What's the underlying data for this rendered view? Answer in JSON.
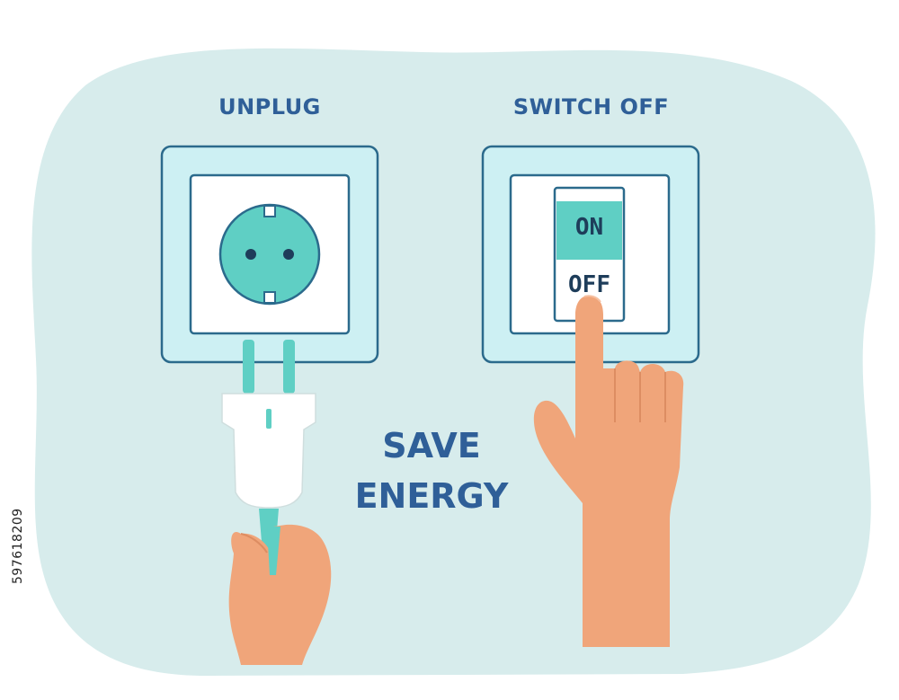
{
  "labels": {
    "unplug": "UNPLUG",
    "switch_off": "SWITCH OFF"
  },
  "headline": {
    "line1": "SAVE",
    "line2": "ENERGY"
  },
  "switch": {
    "on": "ON",
    "off": "OFF"
  },
  "stock_id": "597618209",
  "colors": {
    "background_blob": "#d7ecec",
    "text_blue": "#2f5f98",
    "frame_outline": "#2b6a8c",
    "frame_fill": "#cdf0f3",
    "socket_teal": "#5fcfc4",
    "skin": "#f0a57a",
    "white": "#ffffff"
  },
  "icons": [
    "wall-socket-icon",
    "plug-icon",
    "light-switch-icon",
    "hand-icon"
  ]
}
